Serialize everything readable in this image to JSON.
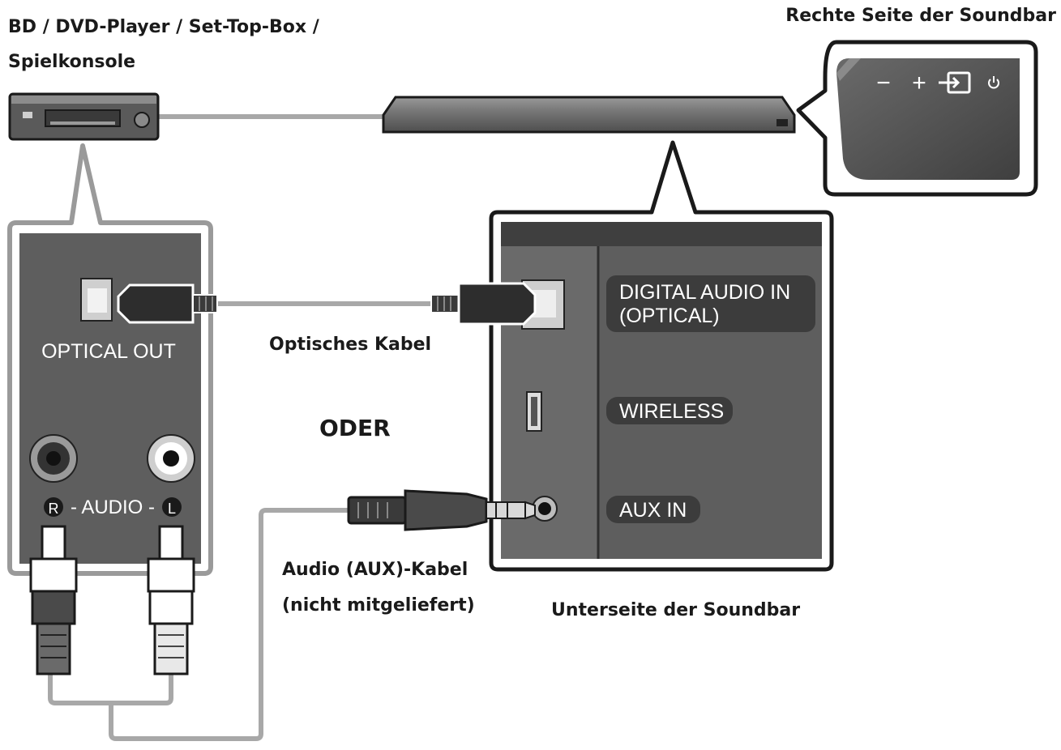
{
  "labels": {
    "source_line1": "BD / DVD-Player / Set-Top-Box /",
    "source_line2": "Spielkonsole",
    "right_side": "Rechte Seite der Soundbar",
    "optical_cable": "Optisches Kabel",
    "or": "ODER",
    "aux_cable_line1": "Audio (AUX)-Kabel",
    "aux_cable_line2": "(nicht mitgeliefert)",
    "bottom_side": "Unterseite der Soundbar"
  },
  "player_panel": {
    "optical_out": "OPTICAL OUT",
    "audio": "- AUDIO -",
    "r": "R",
    "l": "L"
  },
  "soundbar_panel": {
    "digital_audio_in_line1": "DIGITAL AUDIO IN",
    "digital_audio_in_line2": "(OPTICAL)",
    "wireless": "WIRELESS",
    "aux_in": "AUX IN"
  },
  "soundbar_buttons": {
    "minus": "−",
    "plus": "+"
  },
  "icons": [
    "source-icon",
    "power-icon",
    "optical-port-icon",
    "rca-jack-icon",
    "aux-jack-icon",
    "usb-port-icon"
  ],
  "colors": {
    "panel_bg": "#5e5e5e",
    "panel_dark": "#3c3c3c",
    "device": "#6e6e6e",
    "cable": "#a8a8a8",
    "outline": "#1a1a1a",
    "white": "#ffffff"
  }
}
